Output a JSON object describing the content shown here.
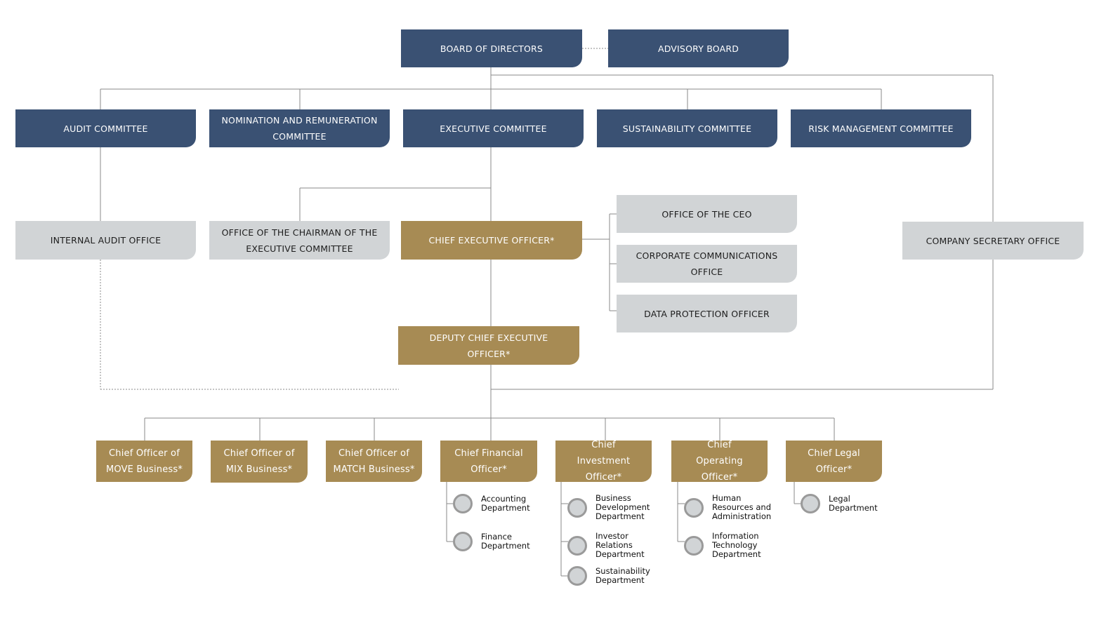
{
  "board": {
    "board_of_directors": "BOARD OF DIRECTORS",
    "advisory_board": "ADVISORY BOARD"
  },
  "committees": {
    "audit": "AUDIT COMMITTEE",
    "nomination": "NOMINATION AND REMUNERATION COMMITTEE",
    "executive": "EXECUTIVE COMMITTEE",
    "sustainability": "SUSTAINABILITY COMMITTEE",
    "risk": "RISK MANAGEMENT COMMITTEE"
  },
  "offices": {
    "internal_audit": "INTERNAL AUDIT OFFICE",
    "chairman_exec": "OFFICE OF THE CHAIRMAN OF THE EXECUTIVE COMMITTEE",
    "company_secretary": "COMPANY SECRETARY OFFICE",
    "ceo_office": "OFFICE OF THE CEO",
    "corp_comms": "CORPORATE COMMUNICATIONS OFFICE",
    "data_protection": "DATA PROTECTION OFFICER"
  },
  "executives": {
    "ceo": "CHIEF EXECUTIVE OFFICER*",
    "deputy_ceo": "DEPUTY CHIEF EXECUTIVE OFFICER*"
  },
  "chiefs": {
    "move": "Chief Officer of MOVE Business*",
    "mix": "Chief Officer of MIX Business*",
    "match": "Chief Officer of MATCH Business*",
    "cfo": "Chief Financial Officer*",
    "cio": "Chief Investment Officer*",
    "coo": "Chief Operating Officer*",
    "clo": "Chief Legal Officer*"
  },
  "departments": {
    "accounting": "Accounting\nDepartment",
    "finance": "Finance\nDepartment",
    "business_dev": "Business\nDevelopment\nDepartment",
    "investor_relations": "Investor\nRelations\nDepartment",
    "sustainability": "Sustainability\nDepartment",
    "hr": "Human\nResources and\nAdministration",
    "it": "Information\nTechnology\nDepartment",
    "legal": "Legal\nDepartment"
  },
  "colors": {
    "navy": "#3a5173",
    "grey": "#d1d4d6",
    "gold": "#a78b54",
    "line": "#8a8a8a"
  }
}
